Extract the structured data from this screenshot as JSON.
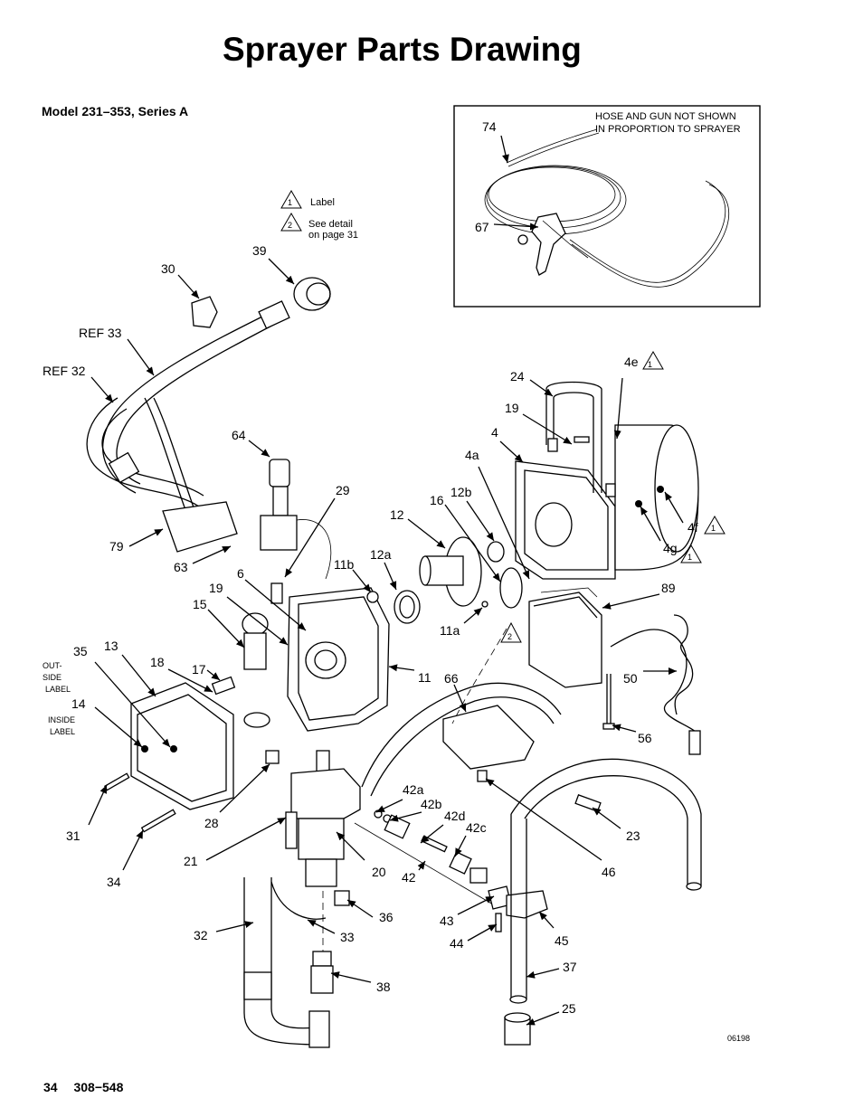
{
  "page": {
    "title": "Sprayer Parts Drawing",
    "model": "Model 231–353, Series A",
    "page_number": "34",
    "doc_number": "308−548",
    "figure_number": "06198"
  },
  "legend": {
    "item1_number": "1",
    "item1_text": "Label",
    "item2_number": "2",
    "item2_text_line1": "See detail",
    "item2_text_line2": "on page 31"
  },
  "inset": {
    "note_line1": "HOSE AND GUN NOT SHOWN",
    "note_line2": "IN PROPORTION TO SPRAYER",
    "label_hose": "74",
    "label_gun": "67"
  },
  "labels": {
    "p30": "30",
    "p39": "39",
    "ref33": "REF 33",
    "ref32": "REF 32",
    "p64": "64",
    "p29": "29",
    "p79": "79",
    "p63": "63",
    "p6": "6",
    "p19a": "19",
    "p15": "15",
    "p11b": "11b",
    "p12a": "12a",
    "p12": "12",
    "p16": "16",
    "p12b": "12b",
    "p4a": "4a",
    "p4": "4",
    "p19b": "19",
    "p24": "24",
    "p4e": "4e",
    "p4f": "4f",
    "p4g": "4g",
    "p89": "89",
    "p11a": "11a",
    "p11": "11",
    "p66": "66",
    "p50": "50",
    "p56": "56",
    "p35": "35",
    "p13": "13",
    "p18": "18",
    "p17": "17",
    "p14": "14",
    "p31": "31",
    "p34": "34",
    "p28": "28",
    "p21": "21",
    "p20": "20",
    "p42": "42",
    "p42a": "42a",
    "p42b": "42b",
    "p42d": "42d",
    "p42c": "42c",
    "p43": "43",
    "p44": "44",
    "p45": "45",
    "p46": "46",
    "p23": "23",
    "p36": "36",
    "p33": "33",
    "p32": "32",
    "p38": "38",
    "p37": "37",
    "p25": "25",
    "tri_mark_1": "1",
    "tri_mark_2": "2",
    "outside_line1": "OUT-",
    "outside_line2": "SIDE",
    "outside_line3": "LABEL",
    "inside_line1": "INSIDE",
    "inside_line2": "LABEL"
  }
}
